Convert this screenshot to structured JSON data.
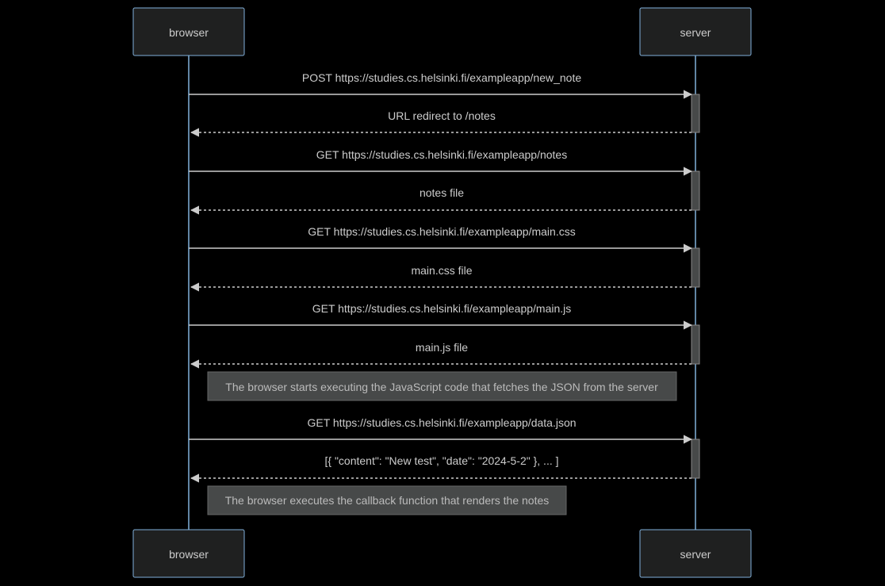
{
  "diagram": {
    "type": "sequence",
    "participants": [
      {
        "id": "browser",
        "label": "browser"
      },
      {
        "id": "server",
        "label": "server"
      }
    ],
    "messages": [
      {
        "from": "browser",
        "to": "server",
        "style": "solid",
        "text": "POST https://studies.cs.helsinki.fi/exampleapp/new_note"
      },
      {
        "from": "server",
        "to": "browser",
        "style": "dashed",
        "text": "URL redirect to /notes"
      },
      {
        "from": "browser",
        "to": "server",
        "style": "solid",
        "text": "GET https://studies.cs.helsinki.fi/exampleapp/notes"
      },
      {
        "from": "server",
        "to": "browser",
        "style": "dashed",
        "text": "notes file"
      },
      {
        "from": "browser",
        "to": "server",
        "style": "solid",
        "text": "GET https://studies.cs.helsinki.fi/exampleapp/main.css"
      },
      {
        "from": "server",
        "to": "browser",
        "style": "dashed",
        "text": "main.css file"
      },
      {
        "from": "browser",
        "to": "server",
        "style": "solid",
        "text": "GET https://studies.cs.helsinki.fi/exampleapp/main.js"
      },
      {
        "from": "server",
        "to": "browser",
        "style": "dashed",
        "text": "main.js file"
      },
      {
        "from": "browser",
        "to": "server",
        "style": "solid",
        "text": "GET https://studies.cs.helsinki.fi/exampleapp/data.json"
      },
      {
        "from": "server",
        "to": "browser",
        "style": "dashed",
        "text": "[{ \"content\": \"New test\", \"date\": \"2024-5-2\" }, ... ]"
      }
    ],
    "notes": [
      {
        "text": "The browser starts executing the JavaScript code that fetches the JSON from the server"
      },
      {
        "text": "The browser executes the callback function that renders the notes"
      }
    ],
    "colors": {
      "background": "#000000",
      "actor_fill": "#1f2020",
      "lifeline": "#81b1db",
      "text": "#cccccc",
      "note_fill": "#474949"
    }
  }
}
